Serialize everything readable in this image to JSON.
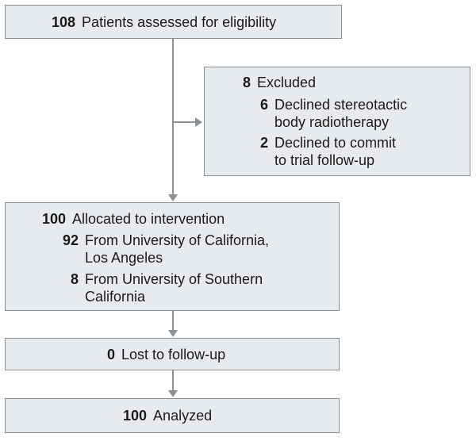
{
  "boxes": {
    "assessed": {
      "num": "108",
      "text": "Patients assessed for eligibility"
    },
    "excluded": {
      "num": "8",
      "text": "Excluded",
      "reasons": [
        {
          "num": "6",
          "line1": "Declined stereotactic",
          "line2": "body radiotherapy"
        },
        {
          "num": "2",
          "line1": "Declined to commit",
          "line2": "to trial follow-up"
        }
      ]
    },
    "allocated": {
      "num": "100",
      "text": "Allocated to intervention",
      "sources": [
        {
          "num": "92",
          "line1": "From University of California,",
          "line2": "Los Angeles"
        },
        {
          "num": "8",
          "line1": "From University of Southern",
          "line2": "California"
        }
      ]
    },
    "lost": {
      "num": "0",
      "text": "Lost to follow-up"
    },
    "analyzed": {
      "num": "100",
      "text": "Analyzed"
    }
  }
}
